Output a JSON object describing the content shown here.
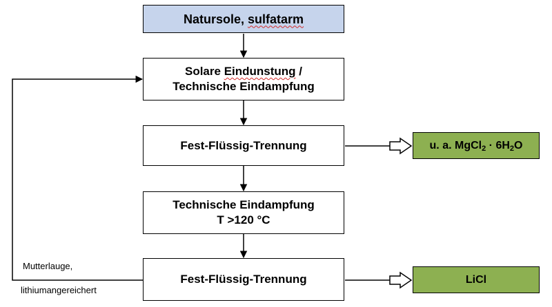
{
  "diagram": {
    "source": {
      "prefix": "Natursole, ",
      "marked": "sulfatarm"
    },
    "evaporation": {
      "line1_prefix": "Solare ",
      "line1_marked": "Eindunstung",
      "line1_suffix": " /",
      "line2": "Technische Eindampfung"
    },
    "separation_1": "Fest-Flüssig-Trennung",
    "technical_evaporation": {
      "line1": "Technische Eindampfung",
      "line2": "T >120 °C"
    },
    "separation_2": "Fest-Flüssig-Trennung",
    "product_1": {
      "prefix": "u. a. MgCl",
      "sub1": "2",
      "middle": " · 6H",
      "sub2": "2",
      "suffix": "O"
    },
    "product_2": "LiCl",
    "recycle_label": {
      "line1": "Mutterlauge,",
      "line2": "lithiumangereichert"
    }
  },
  "colors": {
    "source_fill": "#c6d4ec",
    "product_fill": "#8db051",
    "box_fill": "#ffffff",
    "line": "#000000",
    "spellcheck_underline": "#d42a2a"
  }
}
